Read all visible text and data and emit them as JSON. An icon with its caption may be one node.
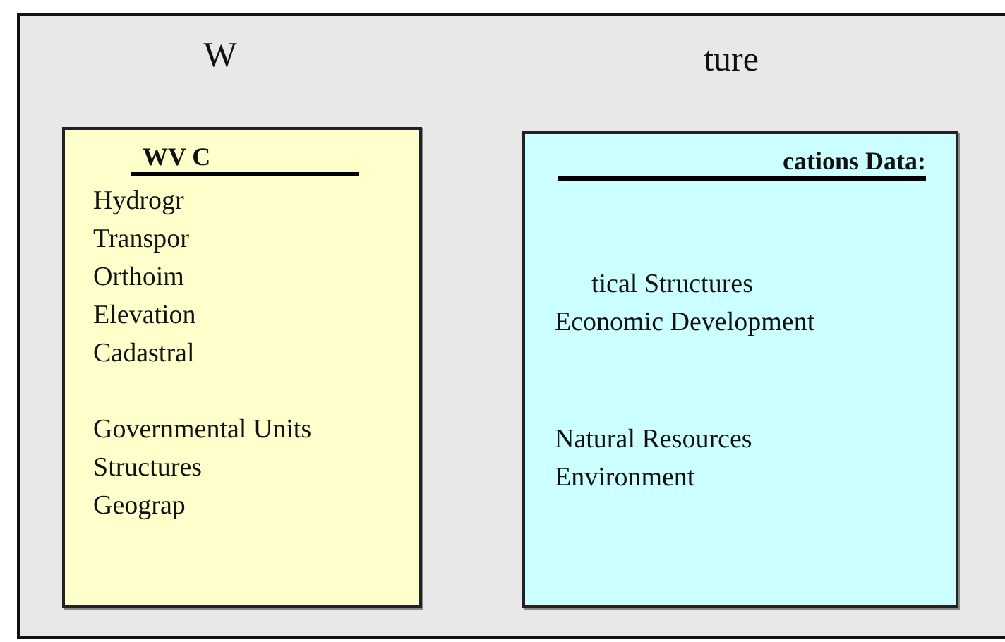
{
  "diagram": {
    "nodes": [
      {
        "text": [
          "W",
          "WV C",
          "Hydrogr",
          "Transpor",
          "Orthoim",
          "Elevation",
          "Cadastral",
          "Governmental Units",
          "Structures",
          "Geograp"
        ]
      },
      {
        "text": [
          "ture",
          "cations Data:",
          "tical Structures",
          "Economic Development",
          "Natural Resources",
          "Environment"
        ]
      }
    ]
  }
}
